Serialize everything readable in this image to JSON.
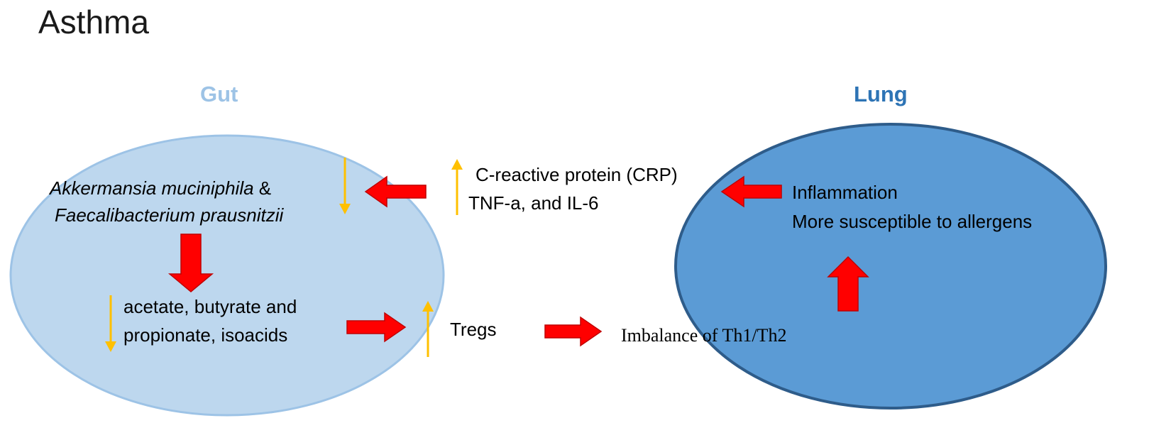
{
  "title": "Asthma",
  "gut": {
    "label": "Gut",
    "bacteria_line1_italic": "Akkermansia muciniphila",
    "bacteria_line1_rest": " &",
    "bacteria_line2": "Faecalibacterium prausnitzii",
    "metabolites_line1": "acetate, butyrate and",
    "metabolites_line2": "propionate, isoacids"
  },
  "middle": {
    "cytokines_line1": "C-reactive protein (CRP)",
    "cytokines_line2": "TNF-a, and IL-6",
    "tregs": "Tregs",
    "imbalance": "Imbalance of Th1/Th2"
  },
  "lung": {
    "label": "Lung",
    "effect_line1": "Inflammation",
    "effect_line2": "More susceptible to allergens"
  },
  "colors": {
    "gut_fill": "#bdd7ee",
    "gut_stroke": "#9dc3e6",
    "lung_fill": "#5b9bd5",
    "lung_stroke": "#2e5c8a",
    "red_arrow": "#ff0000",
    "red_arrow_edge": "#c00000",
    "trend_arrow": "#ffc000"
  }
}
